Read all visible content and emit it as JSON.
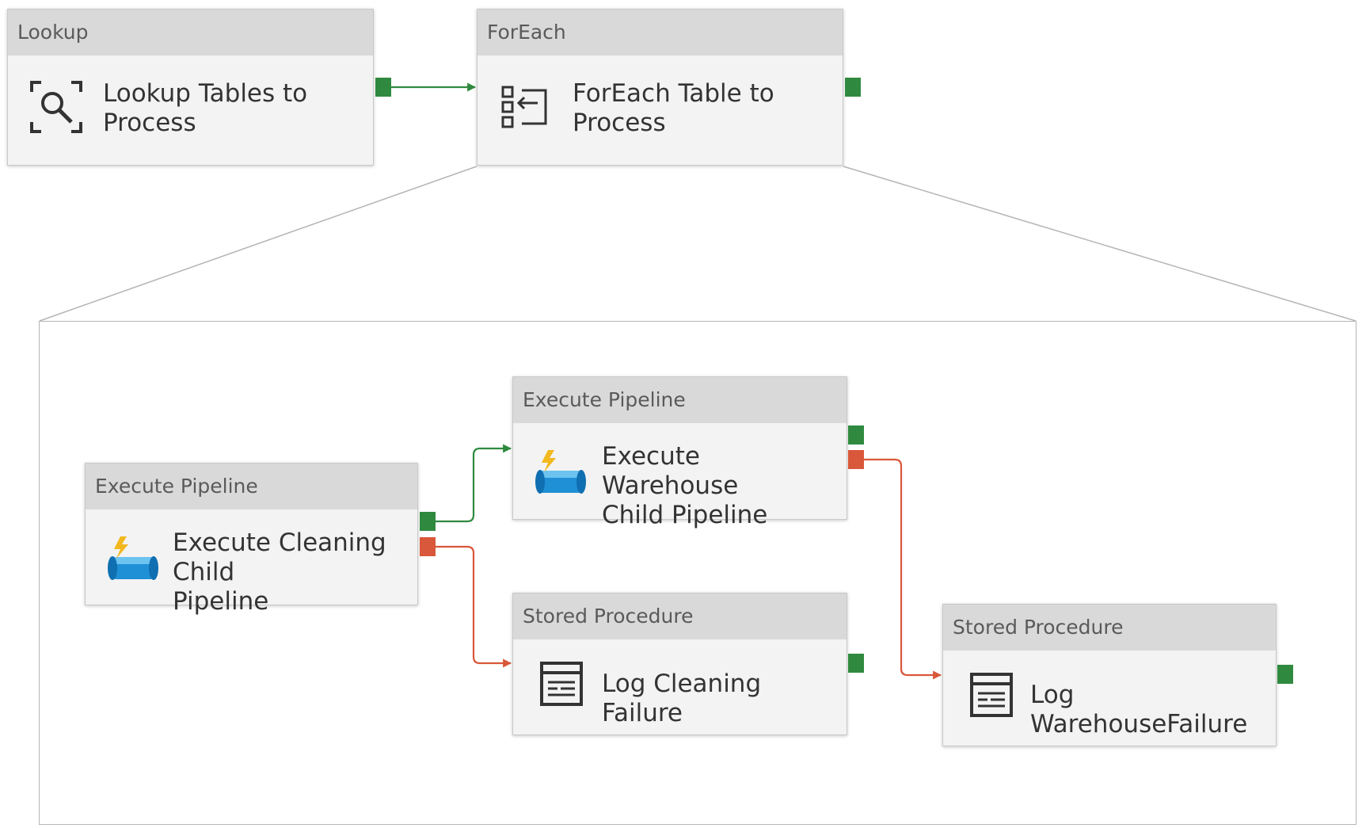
{
  "colors": {
    "success": "#2f8a3f",
    "failure": "#d9573a",
    "header": "#d9d9d9",
    "card": "#f3f3f3",
    "icon_blue": "#1f8fd6",
    "icon_lightning": "#f2b81d"
  },
  "activities": {
    "lookup": {
      "type": "Lookup",
      "name": "Lookup Tables to\nProcess",
      "icon": "lookup-icon"
    },
    "foreach": {
      "type": "ForEach",
      "name": "ForEach Table to\nProcess",
      "icon": "foreach-icon"
    },
    "exec_cleaning": {
      "type": "Execute Pipeline",
      "name": "Execute Cleaning Child\nPipeline",
      "icon": "execute-pipeline-icon"
    },
    "exec_warehouse": {
      "type": "Execute Pipeline",
      "name": "Execute Warehouse\nChild Pipeline",
      "icon": "execute-pipeline-icon"
    },
    "log_cleaning": {
      "type": "Stored Procedure",
      "name": "Log Cleaning Failure",
      "icon": "stored-procedure-icon"
    },
    "log_warehouse": {
      "type": "Stored Procedure",
      "name": "Log WarehouseFailure",
      "icon": "stored-procedure-icon"
    }
  },
  "connections": [
    {
      "from": "lookup",
      "to": "foreach",
      "kind": "success"
    },
    {
      "from": "exec_cleaning",
      "to": "exec_warehouse",
      "kind": "success"
    },
    {
      "from": "exec_cleaning",
      "to": "log_cleaning",
      "kind": "failure"
    },
    {
      "from": "exec_warehouse",
      "to": "log_warehouse",
      "kind": "failure"
    }
  ]
}
